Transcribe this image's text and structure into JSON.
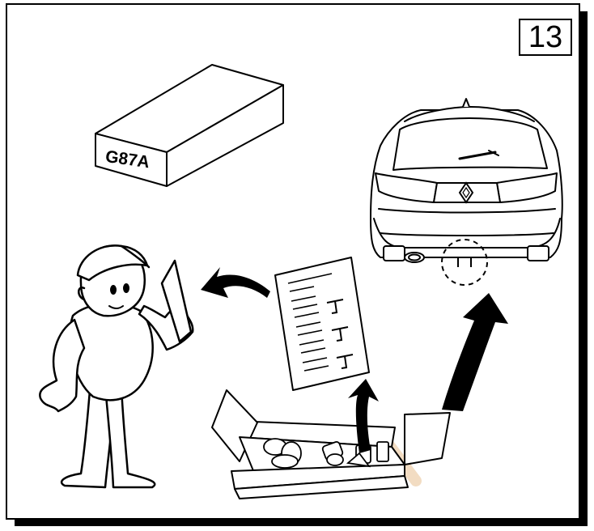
{
  "step_number": "13",
  "kit_box": {
    "code": "G87A"
  },
  "colors": {
    "ink": "#000000",
    "paper": "#ffffff",
    "watermark": "#f2dcc2"
  },
  "icons": [
    "mechanic-figure",
    "car-rear-view",
    "instruction-sheet-icon",
    "open-parts-box",
    "curved-arrow-icon",
    "dashed-circle-highlight"
  ]
}
